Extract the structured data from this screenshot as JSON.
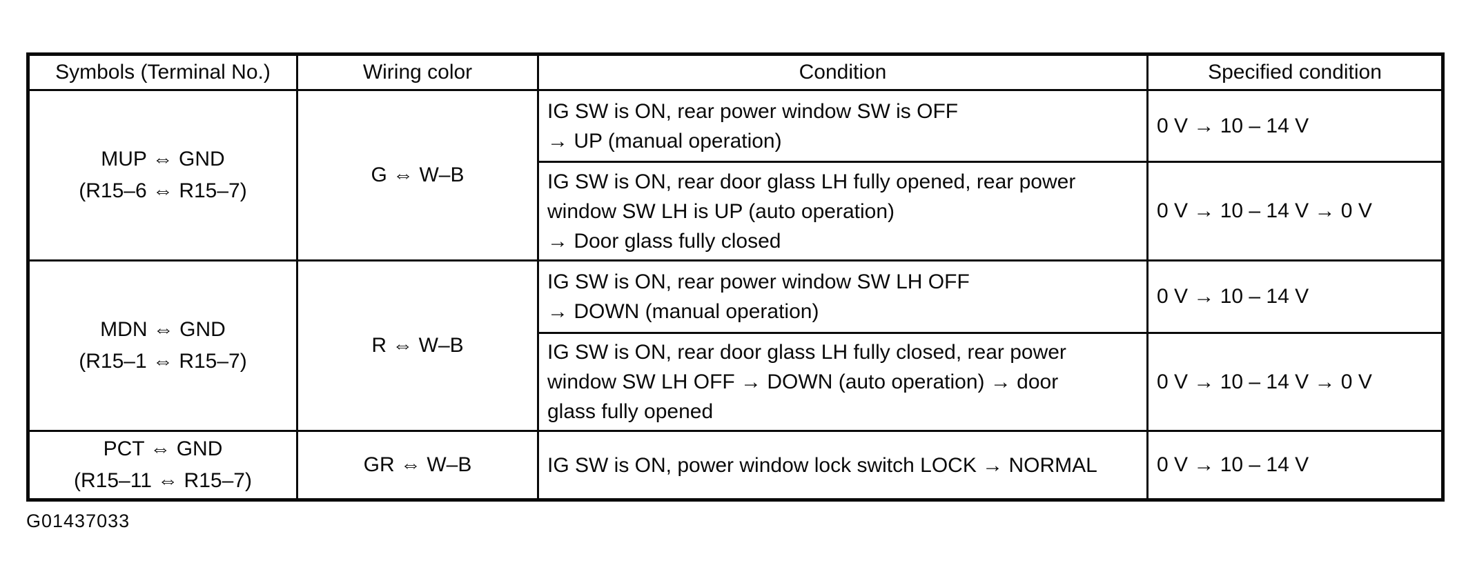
{
  "figure_id": "G01437033",
  "table": {
    "headers": [
      "Symbols (Terminal No.)",
      "Wiring color",
      "Condition",
      "Specified condition"
    ],
    "groups": [
      {
        "symbol": "MUP ⇔ GND\n(R15–6 ⇔ R15–7)",
        "wiring_color": "G ⇔ W–B",
        "rows": [
          {
            "condition": "IG SW is ON, rear power window SW is OFF\n→ UP (manual operation)",
            "specified": "0 V → 10 – 14 V"
          },
          {
            "condition": "IG SW is ON, rear door glass LH fully opened, rear power\nwindow SW LH is UP (auto operation)\n→ Door glass fully closed",
            "specified": "0 V → 10 – 14 V → 0 V"
          }
        ]
      },
      {
        "symbol": "MDN ⇔ GND\n(R15–1 ⇔ R15–7)",
        "wiring_color": "R ⇔ W–B",
        "rows": [
          {
            "condition": "IG SW is ON, rear power window SW LH OFF\n→ DOWN (manual operation)",
            "specified": "0 V → 10 – 14 V"
          },
          {
            "condition": "IG SW is ON, rear door glass LH fully closed, rear power\nwindow SW LH OFF → DOWN (auto operation) → door\nglass fully opened",
            "specified": "0 V → 10 – 14 V → 0 V"
          }
        ]
      },
      {
        "symbol": "PCT ⇔ GND\n(R15–11 ⇔ R15–7)",
        "wiring_color": "GR ⇔ W–B",
        "rows": [
          {
            "condition": "IG SW is ON, power window lock switch LOCK → NORMAL",
            "specified": "0 V → 10 – 14 V"
          }
        ]
      }
    ]
  }
}
